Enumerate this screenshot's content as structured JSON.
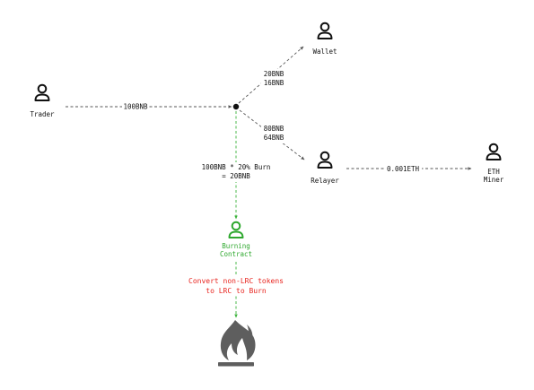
{
  "colors": {
    "node": "#111111",
    "edge": "#555555",
    "burn": "#2ea82e",
    "note": "#e8251f",
    "fire": "#5e5e5e"
  },
  "nodes": {
    "trader": {
      "label": "Trader",
      "icon": "person-icon"
    },
    "wallet": {
      "label": "Wallet",
      "icon": "person-icon"
    },
    "relayer": {
      "label": "Relayer",
      "icon": "person-icon"
    },
    "eth_miner": {
      "label_line1": "ETH",
      "label_line2": "Miner",
      "icon": "person-icon"
    },
    "burning_contract": {
      "label_line1": "Burning",
      "label_line2": "Contract",
      "icon": "person-icon"
    },
    "fire": {
      "icon": "fire-icon"
    }
  },
  "edges": {
    "trader_to_hub": {
      "label": "100BNB"
    },
    "hub_to_wallet": {
      "line1": "20BNB",
      "line2": "16BNB"
    },
    "hub_to_relayer": {
      "line1": "80BNB",
      "line2": "64BNB"
    },
    "relayer_to_miner": {
      "label": "0.001ETH"
    },
    "hub_to_burn": {
      "line1": "100BNB * 20% Burn",
      "line2": "= 20BNB"
    },
    "burn_to_fire": {
      "line1": "Convert non-LRC tokens",
      "line2": "to LRC to Burn"
    }
  }
}
